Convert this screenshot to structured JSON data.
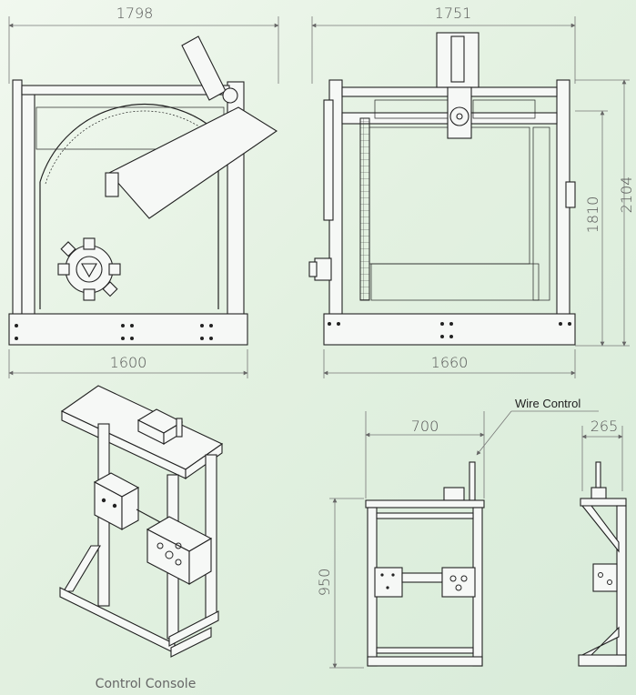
{
  "dimensions": {
    "front_width_top": "1798",
    "side_width_top": "1751",
    "front_width_base": "1600",
    "side_width_base": "1660",
    "side_height_total": "2104",
    "side_height_cage": "1810",
    "console_width": "700",
    "console_depth": "265",
    "console_height": "950"
  },
  "labels": {
    "wire_control": "Wire Control",
    "console_caption": "Control Console"
  }
}
